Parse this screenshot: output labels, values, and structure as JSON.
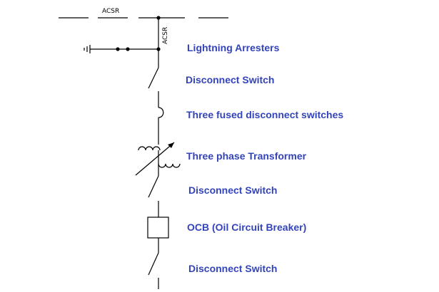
{
  "diagram": {
    "bus_label": "ACSR",
    "tap_label": "ACSR",
    "label_color": "#3344bb",
    "line_color": "#000000",
    "components": [
      {
        "label": "Lightning Arresters"
      },
      {
        "label": "Disconnect Switch"
      },
      {
        "label": "Three fused disconnect switches"
      },
      {
        "label": "Three phase Transformer"
      },
      {
        "label": "Disconnect Switch"
      },
      {
        "label": "OCB (Oil Circuit Breaker)"
      },
      {
        "label": "Disconnect Switch"
      }
    ]
  }
}
